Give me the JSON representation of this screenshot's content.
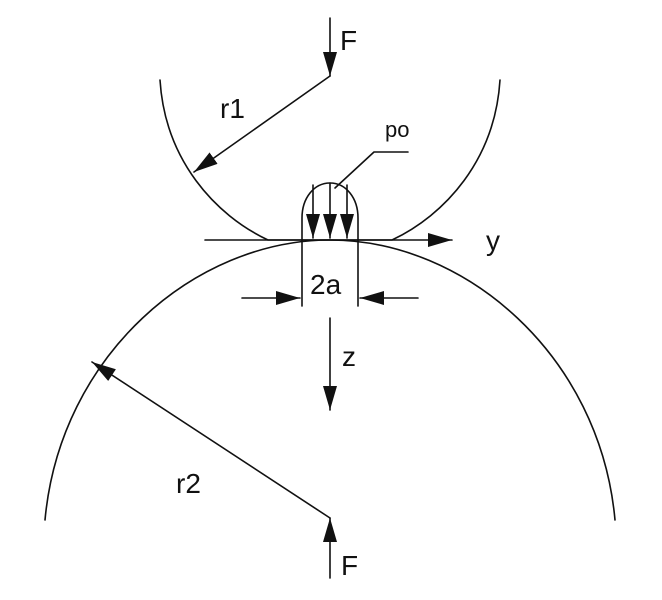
{
  "labels": {
    "force_top": "F",
    "force_bottom": "F",
    "radius_top": "r1",
    "radius_bottom": "r2",
    "pressure": "po",
    "width": "2a",
    "axis_y": "y",
    "axis_z": "z"
  },
  "colors": {
    "ink": "#111111",
    "background": "#ffffff"
  }
}
